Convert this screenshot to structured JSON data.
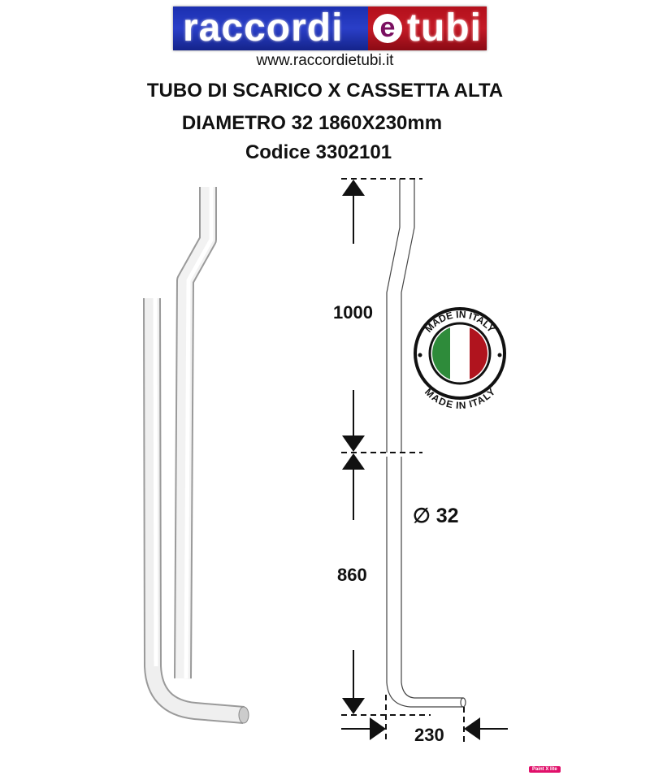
{
  "logo": {
    "part1": "raccordi",
    "part2": "e",
    "part3": "tubi"
  },
  "website": "www.raccordietubi.it",
  "title": {
    "line1": "TUBO DI SCARICO X CASSETTA ALTA",
    "line2": "DIAMETRO 32  1860X230mm",
    "line3": "Codice 3302101"
  },
  "dimensions": {
    "upper": "1000",
    "lower": "860",
    "diameter": "∅ 32",
    "width": "230"
  },
  "seal": {
    "text_top": "MADE IN ITALY",
    "text_bottom": "MADE IN ITALY"
  },
  "watermark": "Paint X lite",
  "colors": {
    "blue": "#1b2fb0",
    "red": "#b3101c",
    "flag_green": "#2e8b3a",
    "flag_red": "#b0141e"
  }
}
